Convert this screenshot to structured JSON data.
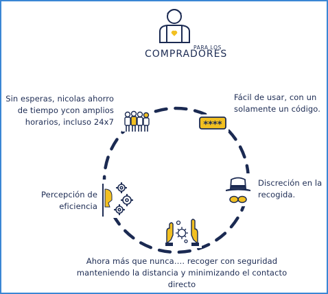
{
  "header": {
    "subtitle": "PARA LOS",
    "title": "COMPRADORES"
  },
  "nodes": {
    "left_text": "Sin esperas, nicolas ahorro de tiempo ycon amplios horarios, incluso 24x7",
    "right_text": "Fácil de usar, con un solamente un código.",
    "code_stars": "****",
    "discretion_text": "Discreción en la recogida.",
    "perception_text": "Percepción de eficiencia",
    "bottom_text": "Ahora más que nunca…. recoger con seguridad manteniendo la distancia y minimizando el contacto directo"
  },
  "colors": {
    "navy": "#1b2a52",
    "yellow": "#f2c021",
    "border": "#3a86d4"
  },
  "icons": {
    "header": "buyer-person-icon",
    "left": "people-queue-icon",
    "right": "code-keypad-icon",
    "discretion": "incognito-hat-glasses-icon",
    "perception": "gears-head-icon",
    "bottom": "hands-virus-icon"
  }
}
